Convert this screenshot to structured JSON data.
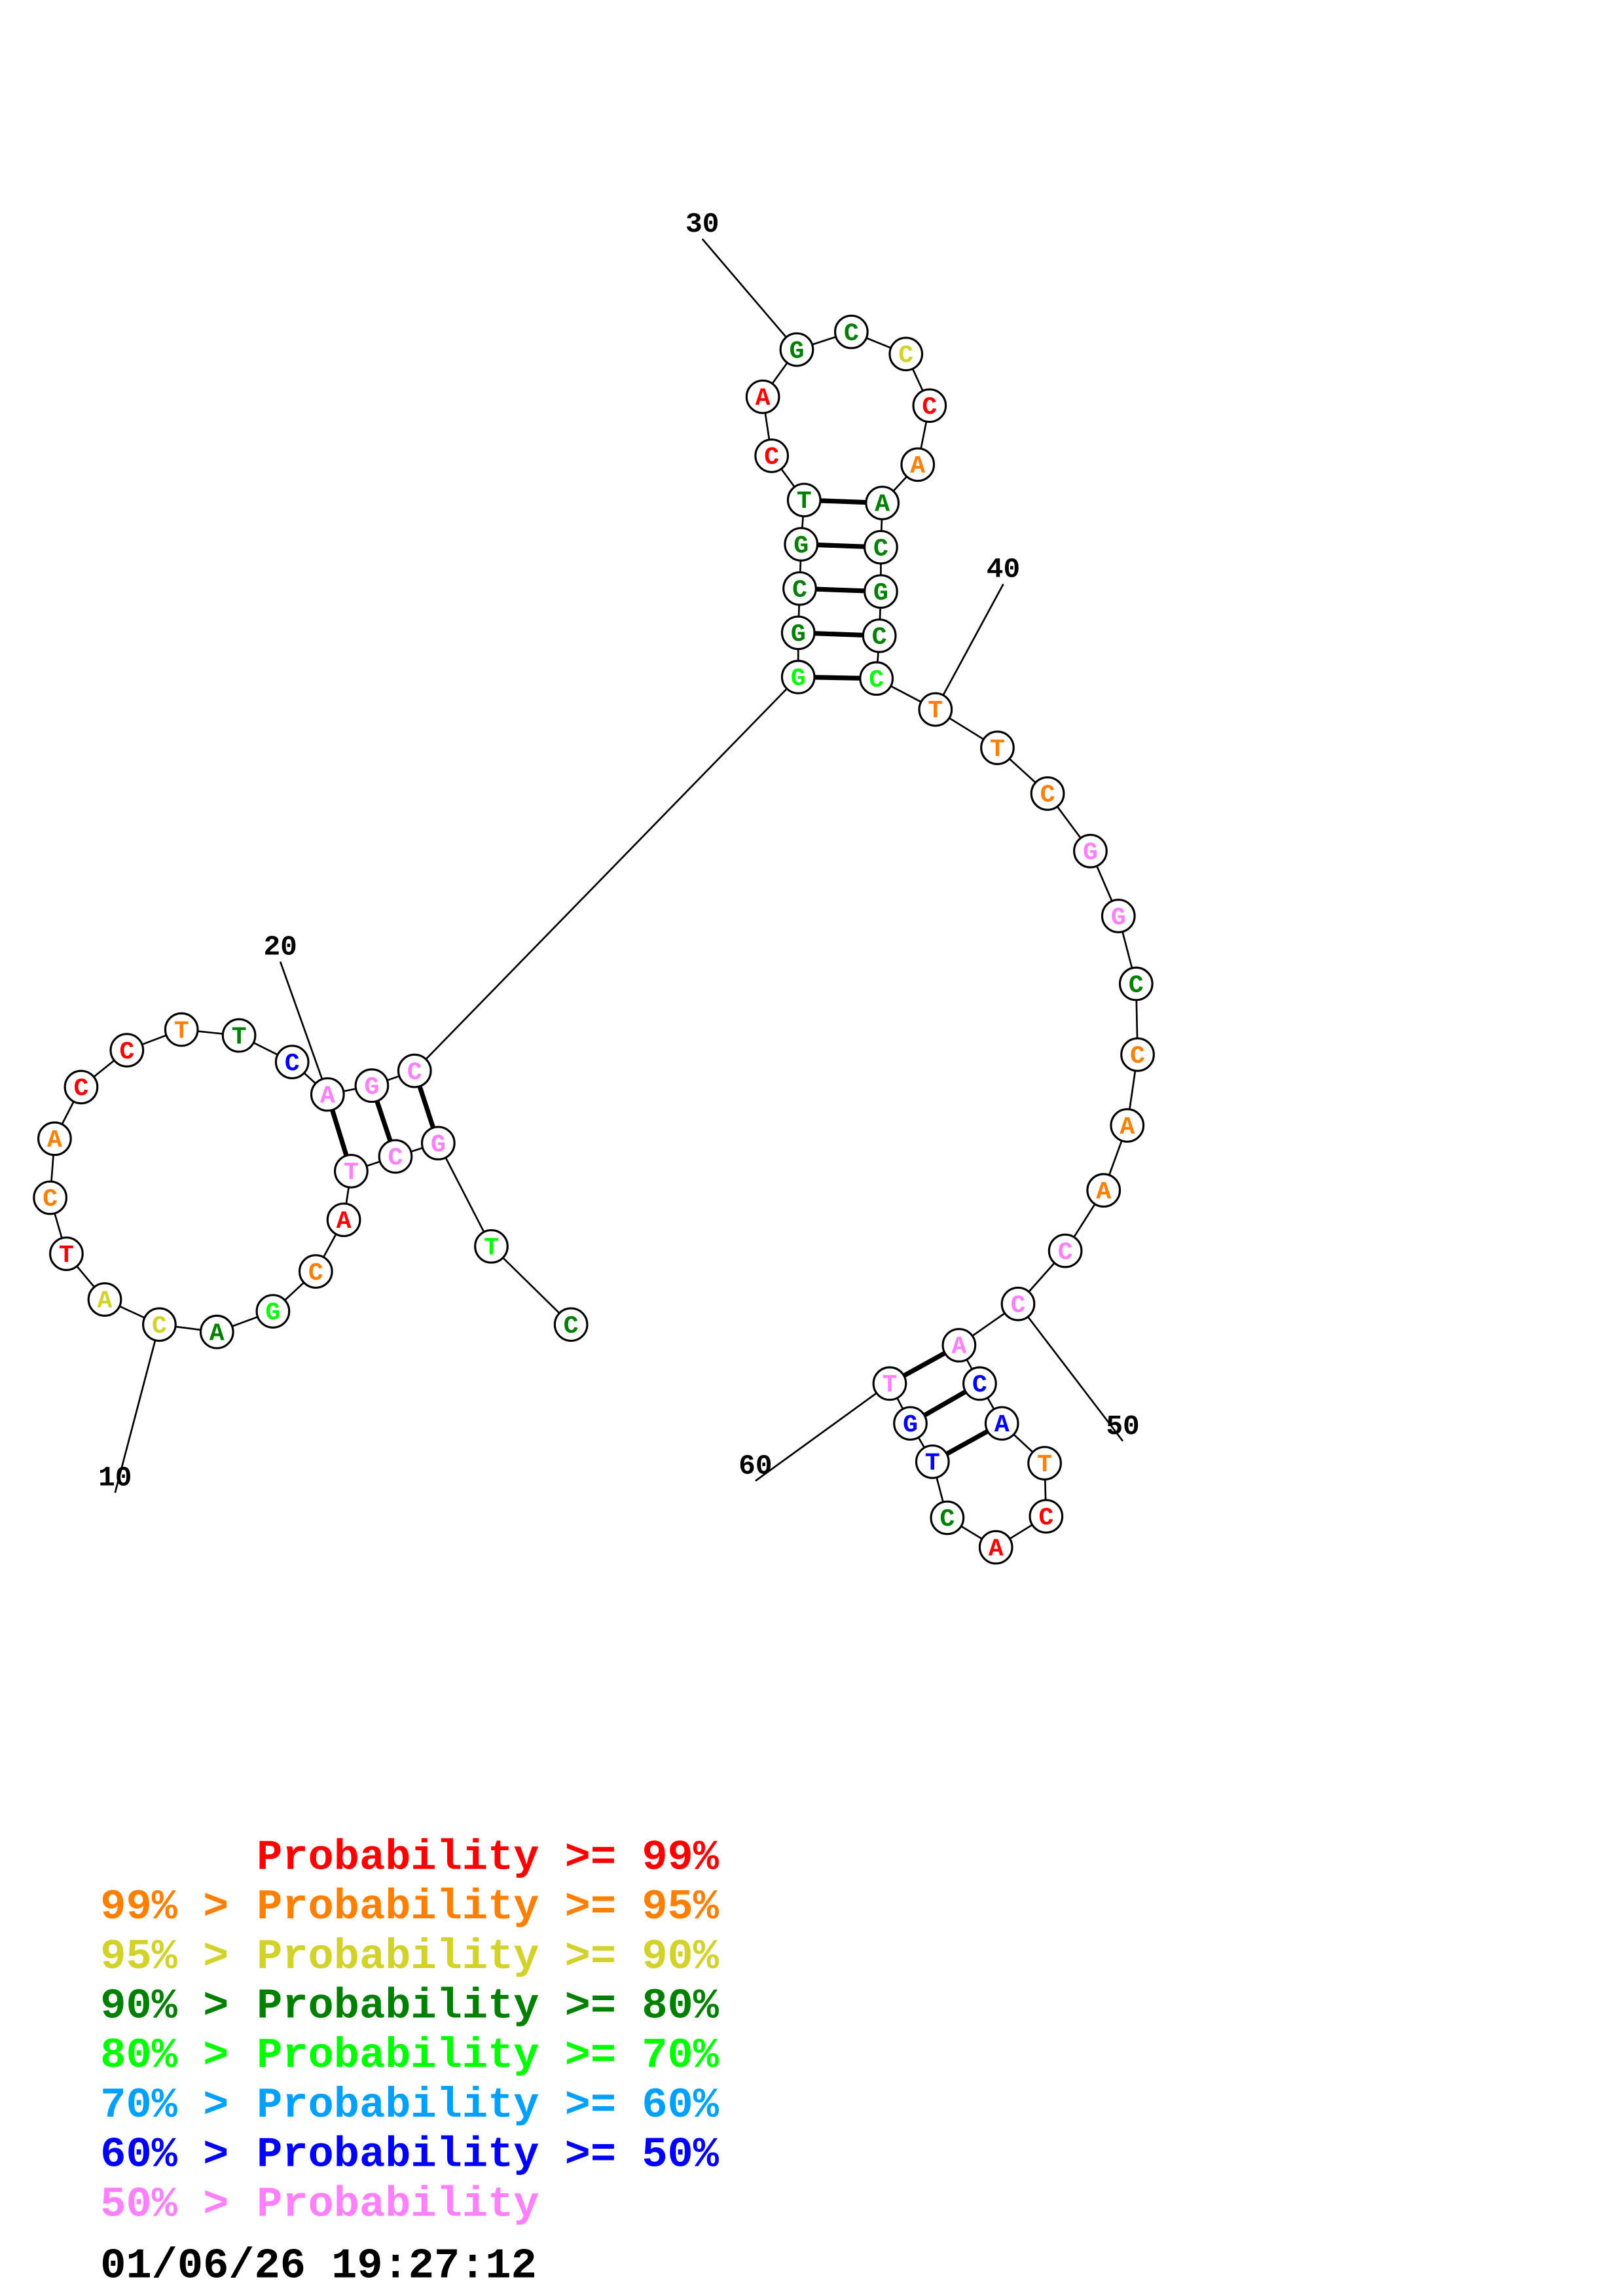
{
  "colors": {
    "p99": "#ff0000",
    "p95": "#ff8000",
    "p90": "#d2d22a",
    "p80": "#008000",
    "p70": "#00ff00",
    "p60": "#00a0ff",
    "p50": "#0000ff",
    "plow": "#ff80ff"
  },
  "sequence": [
    {
      "n": 1,
      "base": "C",
      "prob": "p80"
    },
    {
      "n": 2,
      "base": "T",
      "prob": "p70"
    },
    {
      "n": 3,
      "base": "G",
      "prob": "plow"
    },
    {
      "n": 4,
      "base": "C",
      "prob": "plow"
    },
    {
      "n": 5,
      "base": "T",
      "prob": "plow"
    },
    {
      "n": 6,
      "base": "A",
      "prob": "p99"
    },
    {
      "n": 7,
      "base": "C",
      "prob": "p95"
    },
    {
      "n": 8,
      "base": "G",
      "prob": "p70"
    },
    {
      "n": 9,
      "base": "A",
      "prob": "p80"
    },
    {
      "n": 10,
      "base": "C",
      "prob": "p90"
    },
    {
      "n": 11,
      "base": "A",
      "prob": "p90"
    },
    {
      "n": 12,
      "base": "T",
      "prob": "p99"
    },
    {
      "n": 13,
      "base": "C",
      "prob": "p95"
    },
    {
      "n": 14,
      "base": "A",
      "prob": "p95"
    },
    {
      "n": 15,
      "base": "C",
      "prob": "p99"
    },
    {
      "n": 16,
      "base": "C",
      "prob": "p99"
    },
    {
      "n": 17,
      "base": "T",
      "prob": "p95"
    },
    {
      "n": 18,
      "base": "T",
      "prob": "p80"
    },
    {
      "n": 19,
      "base": "C",
      "prob": "p50"
    },
    {
      "n": 20,
      "base": "A",
      "prob": "plow"
    },
    {
      "n": 21,
      "base": "G",
      "prob": "plow"
    },
    {
      "n": 22,
      "base": "C",
      "prob": "plow"
    },
    {
      "n": 23,
      "base": "G",
      "prob": "p70"
    },
    {
      "n": 24,
      "base": "G",
      "prob": "p80"
    },
    {
      "n": 25,
      "base": "C",
      "prob": "p80"
    },
    {
      "n": 26,
      "base": "G",
      "prob": "p80"
    },
    {
      "n": 27,
      "base": "T",
      "prob": "p80"
    },
    {
      "n": 28,
      "base": "C",
      "prob": "p99"
    },
    {
      "n": 29,
      "base": "A",
      "prob": "p99"
    },
    {
      "n": 30,
      "base": "G",
      "prob": "p80"
    },
    {
      "n": 31,
      "base": "C",
      "prob": "p80"
    },
    {
      "n": 32,
      "base": "C",
      "prob": "p90"
    },
    {
      "n": 33,
      "base": "C",
      "prob": "p99"
    },
    {
      "n": 34,
      "base": "A",
      "prob": "p95"
    },
    {
      "n": 35,
      "base": "A",
      "prob": "p80"
    },
    {
      "n": 36,
      "base": "C",
      "prob": "p80"
    },
    {
      "n": 37,
      "base": "G",
      "prob": "p80"
    },
    {
      "n": 38,
      "base": "C",
      "prob": "p80"
    },
    {
      "n": 39,
      "base": "C",
      "prob": "p70"
    },
    {
      "n": 40,
      "base": "T",
      "prob": "p95"
    },
    {
      "n": 41,
      "base": "T",
      "prob": "p95"
    },
    {
      "n": 42,
      "base": "C",
      "prob": "p95"
    },
    {
      "n": 43,
      "base": "G",
      "prob": "plow"
    },
    {
      "n": 44,
      "base": "G",
      "prob": "plow"
    },
    {
      "n": 45,
      "base": "C",
      "prob": "p80"
    },
    {
      "n": 46,
      "base": "C",
      "prob": "p95"
    },
    {
      "n": 47,
      "base": "A",
      "prob": "p95"
    },
    {
      "n": 48,
      "base": "A",
      "prob": "p95"
    },
    {
      "n": 49,
      "base": "C",
      "prob": "plow"
    },
    {
      "n": 50,
      "base": "C",
      "prob": "plow"
    },
    {
      "n": 51,
      "base": "A",
      "prob": "plow"
    },
    {
      "n": 52,
      "base": "C",
      "prob": "p50"
    },
    {
      "n": 53,
      "base": "A",
      "prob": "p50"
    },
    {
      "n": 54,
      "base": "T",
      "prob": "p95"
    },
    {
      "n": 55,
      "base": "C",
      "prob": "p99"
    },
    {
      "n": 56,
      "base": "A",
      "prob": "p99"
    },
    {
      "n": 57,
      "base": "C",
      "prob": "p80"
    },
    {
      "n": 58,
      "base": "T",
      "prob": "p50"
    },
    {
      "n": 59,
      "base": "G",
      "prob": "p50"
    },
    {
      "n": 60,
      "base": "T",
      "prob": "plow"
    }
  ],
  "pairs": [
    [
      3,
      22
    ],
    [
      4,
      21
    ],
    [
      5,
      20
    ],
    [
      23,
      39
    ],
    [
      24,
      38
    ],
    [
      25,
      37
    ],
    [
      26,
      36
    ],
    [
      27,
      35
    ],
    [
      51,
      60
    ],
    [
      52,
      59
    ],
    [
      53,
      58
    ]
  ],
  "position_labels": [
    "10",
    "20",
    "30",
    "40",
    "50",
    "60"
  ],
  "legend": [
    {
      "prefix": "",
      "text": "Probability >= 99%",
      "prob": "p99"
    },
    {
      "prefix": "99% > ",
      "text": "Probability >= 95%",
      "prob": "p95"
    },
    {
      "prefix": "95% > ",
      "text": "Probability >= 90%",
      "prob": "p90"
    },
    {
      "prefix": "90% > ",
      "text": "Probability >= 80%",
      "prob": "p80"
    },
    {
      "prefix": "80% > ",
      "text": "Probability >= 70%",
      "prob": "p70"
    },
    {
      "prefix": "70% > ",
      "text": "Probability >= 60%",
      "prob": "p60"
    },
    {
      "prefix": "60% > ",
      "text": "Probability >= 50%",
      "prob": "p50"
    },
    {
      "prefix": "50% > ",
      "text": "Probability",
      "prob": "plow"
    }
  ],
  "timestamp": "01/06/26 19:27:12"
}
